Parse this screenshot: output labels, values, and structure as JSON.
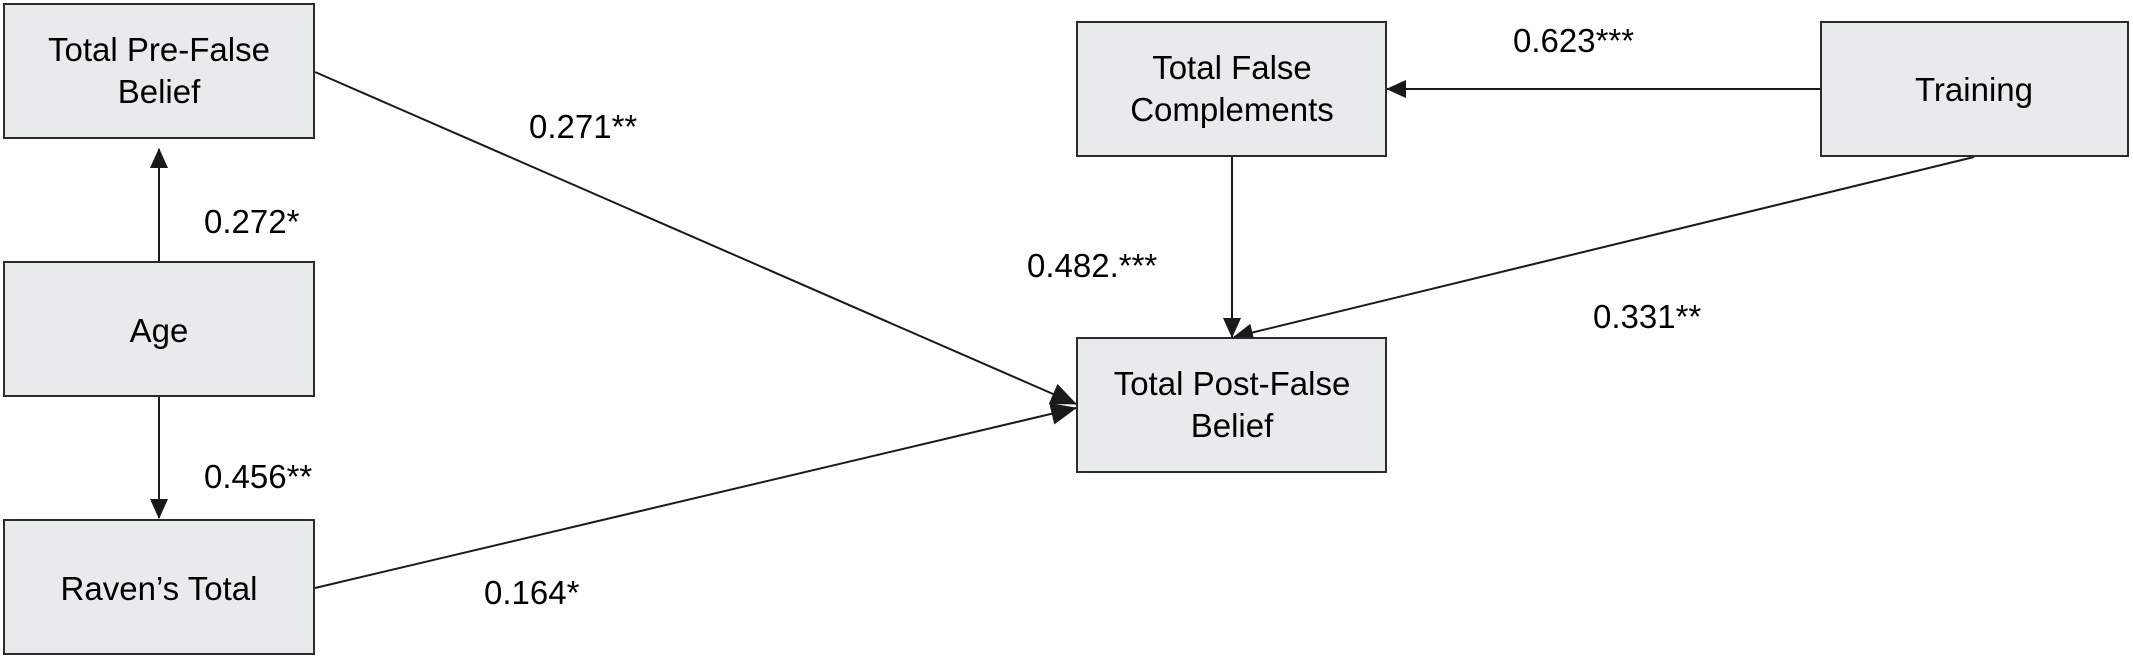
{
  "nodes": {
    "pre_false_belief": {
      "line1": "Total Pre-False",
      "line2": "Belief"
    },
    "age": {
      "label": "Age"
    },
    "ravens_total": {
      "label": "Raven’s Total"
    },
    "false_complements": {
      "line1": "Total False",
      "line2": "Complements"
    },
    "training": {
      "label": "Training"
    },
    "post_false_belief": {
      "line1": "Total Post-False",
      "line2": "Belief"
    }
  },
  "paths": {
    "age_to_pre_false_belief": "0.272*",
    "age_to_ravens_total": "0.456**",
    "pre_false_belief_to_post_false_belief": "0.271**",
    "ravens_total_to_post_false_belief": "0.164*",
    "training_to_false_complements": "0.623***",
    "false_complements_to_post_false_belief": "0.482.***",
    "training_to_post_false_belief": "0.331**"
  },
  "colors": {
    "box_fill": "#e7ebec",
    "box_stroke": "#2b2b2b",
    "line": "#1a1a1a"
  }
}
